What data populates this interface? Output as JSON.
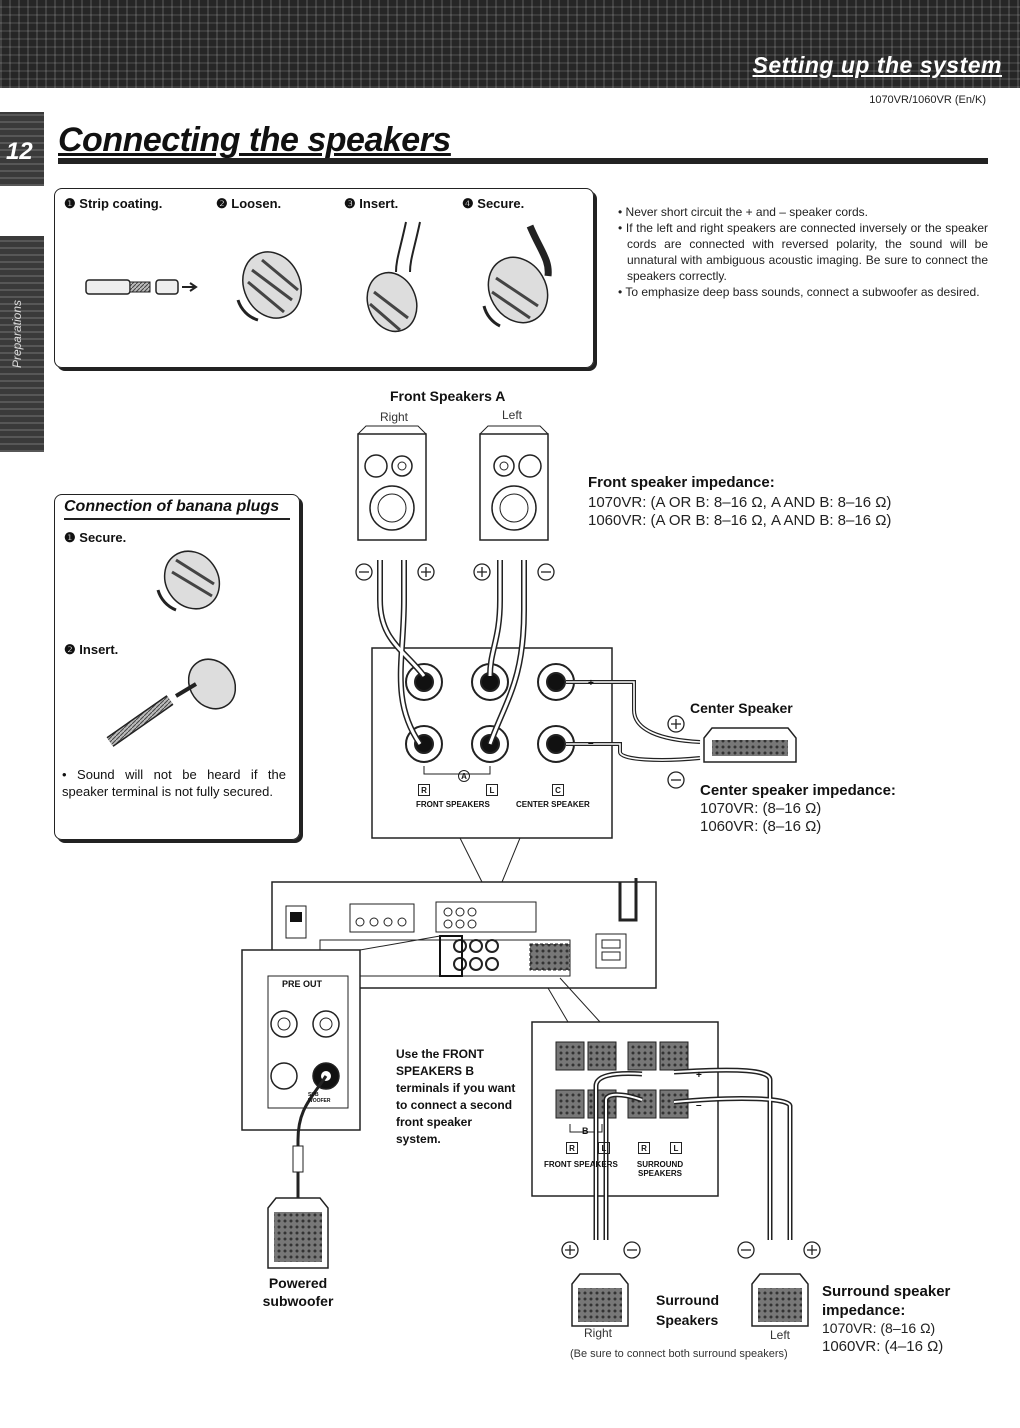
{
  "header": {
    "section_title": "Setting up the system",
    "page_number": "12",
    "side_tab_label": "Preparations",
    "model_ref": "1070VR/1060VR (En/K)"
  },
  "page_title": "Connecting the speakers",
  "steps": [
    {
      "label": "Strip coating."
    },
    {
      "label": "Loosen."
    },
    {
      "label": "Insert."
    },
    {
      "label": "Secure."
    }
  ],
  "step_markers": [
    "❶",
    "❷",
    "❸",
    "❹"
  ],
  "notes": [
    "Never short circuit the + and – speaker cords.",
    "If the left and right speakers are connected inversely or the speaker cords are connected with reversed polarity, the sound will be unnatural with ambiguous acoustic imaging. Be sure to connect the speakers correctly.",
    "To emphasize deep bass sounds, connect a subwoofer as desired."
  ],
  "banana": {
    "title": "Connection of banana plugs",
    "step1": "Secure.",
    "step2": "Insert.",
    "note": "Sound will not be heard if the speaker terminal is not fully secured."
  },
  "front": {
    "title": "Front Speakers A",
    "right": "Right",
    "left": "Left",
    "impedance_title": "Front speaker impedance:",
    "impedance_1070": "1070VR: (A OR B: 8–16 Ω, A AND B: 8–16 Ω)",
    "impedance_1060": "1060VR: (A OR B: 8–16 Ω, A AND B: 8–16 Ω)"
  },
  "center": {
    "title": "Center Speaker",
    "impedance_title": "Center speaker impedance:",
    "impedance_1070": "1070VR: (8–16 Ω)",
    "impedance_1060": "1060VR: (8–16 Ω)"
  },
  "terminals": {
    "front_speakers": "FRONT SPEAKERS",
    "center_speaker": "CENTER SPEAKER",
    "r": "R",
    "l": "L",
    "c": "C",
    "a": "A",
    "b": "B",
    "surround_speakers": "SURROUND SPEAKERS",
    "plus": "+",
    "minus": "–"
  },
  "pre_out": {
    "title": "PRE OUT",
    "sub_label": "SUB WOOFER"
  },
  "front_b_note": "Use the FRONT SPEAKERS B terminals if you want to connect a second front speaker system.",
  "subwoofer": "Powered subwoofer",
  "surround": {
    "title": "Surround Speakers",
    "right": "Right",
    "left": "Left",
    "note": "(Be sure to connect both surround speakers)",
    "impedance_title": "Surround speaker impedance:",
    "impedance_1070": "1070VR: (8–16 Ω)",
    "impedance_1060": "1060VR: (4–16 Ω)"
  }
}
